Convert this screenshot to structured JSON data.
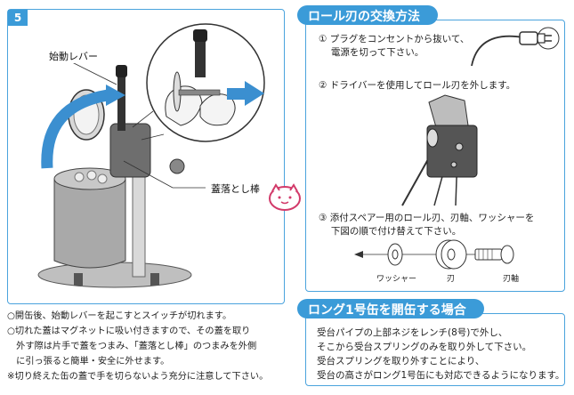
{
  "left": {
    "step_number": "5",
    "label_lever": "始動レバー",
    "label_rod": "蓋落とし棒",
    "notes": [
      "○開缶後、始動レバーを起こすとスイッチが切れます。",
      "○切れた蓋はマグネットに吸い付きますので、その蓋を取り",
      "　外す際は片手で蓋をつまみ、「蓋落とし棒」のつまみを外側",
      "　に引っ張ると簡単・安全に外せます。",
      "※切り終えた缶の蓋で手を切らないよう充分に注意して下さい。"
    ]
  },
  "blade": {
    "title": "ロール刃の交換方法",
    "step1": [
      "① プラグをコンセントから抜いて、",
      "　 電源を切って下さい。"
    ],
    "step2": "② ドライバーを使用してロール刃を外します。",
    "step3": [
      "③ 添付スペアー用のロール刃、刃軸、ワッシャーを",
      "　 下図の順で付け替えて下さい。"
    ],
    "parts": [
      "ワッシャー",
      "刃",
      "刃軸"
    ]
  },
  "long_can": {
    "title": "ロング1号缶を開缶する場合",
    "lines": [
      "受台パイプの上部ネジをレンチ(8号)で外し、",
      "そこから受台スプリングのみを取り外して下さい。",
      "受台スプリングを取り外すことにより、",
      "受台の高さがロング1号缶にも対応できるようになります。"
    ]
  },
  "colors": {
    "accent": "#3b9bd8",
    "arrow": "#3b8fd0"
  }
}
